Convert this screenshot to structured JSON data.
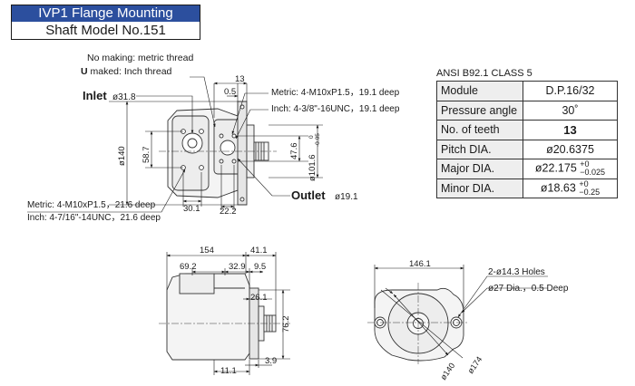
{
  "title": {
    "line1": "IVP1 Flange Mounting",
    "line2": "Shaft Model No.151"
  },
  "top_view": {
    "thread_note_1": "No making: metric thread",
    "thread_note_2_marker": "U",
    "thread_note_2": " maked: Inch thread",
    "inlet_label": "Inlet",
    "inlet_dia": "ø31.8",
    "outlet_label": "Outlet",
    "outlet_dia": "ø19.1",
    "metric_outlet_thread": "Metric: 4-M10xP1.5，19.1 deep",
    "inch_outlet_thread": "Inch: 4-3/8\"-16UNC，19.1 deep",
    "metric_inlet_thread": "Metric: 4-M10xP1.5，21.6 deep",
    "inch_inlet_thread": "Inch: 4-7/16\"-14UNC，21.6 deep",
    "dims": {
      "d13": "13",
      "d05": "0.5",
      "d140": "ø140",
      "d587": "58.7",
      "d301": "30.1",
      "d222": "22.2",
      "d476": "47.6",
      "d1016": "ø101.6",
      "tol_upper": "0",
      "tol_lower": "-0.05"
    }
  },
  "spec_table": {
    "caption": "ANSI  B92.1 CLASS 5",
    "rows": [
      {
        "label": "Module",
        "value": "D.P.16/32"
      },
      {
        "label": "Pressure angle",
        "value": "30˚"
      },
      {
        "label": "No. of teeth",
        "value": "13"
      },
      {
        "label": "Pitch DIA.",
        "value": "ø20.6375"
      },
      {
        "label": "Major DIA.",
        "value": "ø22.175",
        "tol_upper": "+0",
        "tol_lower": "−0.025"
      },
      {
        "label": "Minor DIA.",
        "value": "ø18.63",
        "tol_upper": "+0",
        "tol_lower": "−0.25"
      }
    ]
  },
  "side_view": {
    "dims": {
      "d154": "154",
      "d411": "41.1",
      "d692": "69.2",
      "d329": "32.9",
      "d95": "9.5",
      "d261": "26.1",
      "d762": "76.2",
      "d111": "11.1",
      "d39": "3.9"
    }
  },
  "end_view": {
    "holes_note": "2-ø14.3 Holes",
    "counterbore_note": "ø27 Dia.，0.5 Deep",
    "d1461": "146.1",
    "d140": "ø140",
    "d174": "ø174"
  }
}
